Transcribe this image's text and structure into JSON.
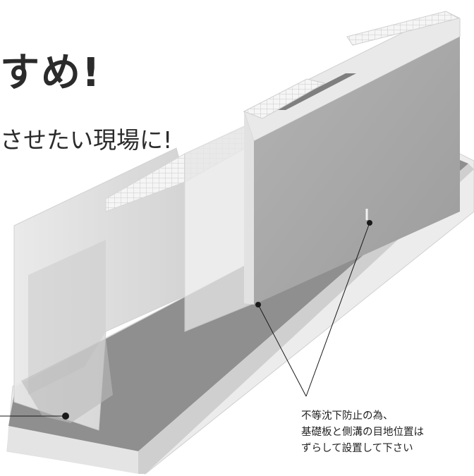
{
  "headline": {
    "text": "すめ!"
  },
  "subheadline": {
    "text": "させたい現場に!"
  },
  "callout": {
    "lines": [
      "不等沈下防止の為、",
      "基礎板と側溝の目地位置は",
      "ずらして設置して下さい"
    ]
  },
  "colors": {
    "slab_top": "#8f8f8f",
    "slab_front": "#e4e4e4",
    "slab_side": "#bcbcbc",
    "wall_main": "#a6a6a6",
    "wall_ghost": "#dedede",
    "grating": "#f4f4f4",
    "leader": "#1a1a1a"
  }
}
